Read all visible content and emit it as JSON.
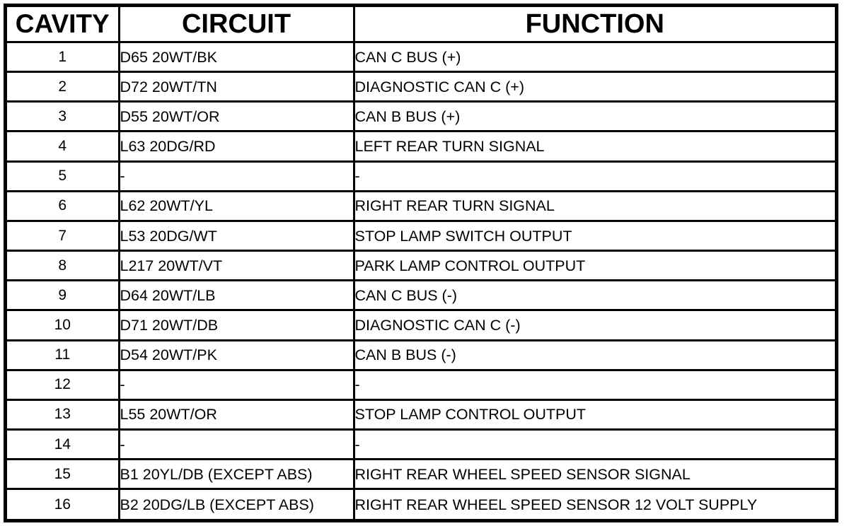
{
  "table": {
    "columns": [
      {
        "key": "cavity",
        "label": "CAVITY"
      },
      {
        "key": "circuit",
        "label": "CIRCUIT"
      },
      {
        "key": "function",
        "label": "FUNCTION"
      }
    ],
    "rows": [
      {
        "cavity": "1",
        "circuit": "D65 20WT/BK",
        "function": "CAN C BUS (+)"
      },
      {
        "cavity": "2",
        "circuit": "D72 20WT/TN",
        "function": "DIAGNOSTIC CAN C (+)"
      },
      {
        "cavity": "3",
        "circuit": "D55 20WT/OR",
        "function": "CAN B BUS (+)"
      },
      {
        "cavity": "4",
        "circuit": "L63 20DG/RD",
        "function": "LEFT REAR TURN SIGNAL"
      },
      {
        "cavity": "5",
        "circuit": "-",
        "function": "-"
      },
      {
        "cavity": "6",
        "circuit": "L62 20WT/YL",
        "function": "RIGHT REAR TURN SIGNAL"
      },
      {
        "cavity": "7",
        "circuit": "L53 20DG/WT",
        "function": "STOP LAMP SWITCH OUTPUT"
      },
      {
        "cavity": "8",
        "circuit": "L217 20WT/VT",
        "function": "PARK LAMP CONTROL OUTPUT"
      },
      {
        "cavity": "9",
        "circuit": "D64 20WT/LB",
        "function": "CAN C BUS (-)"
      },
      {
        "cavity": "10",
        "circuit": "D71 20WT/DB",
        "function": "DIAGNOSTIC CAN C (-)"
      },
      {
        "cavity": "11",
        "circuit": "D54 20WT/PK",
        "function": "CAN B BUS (-)"
      },
      {
        "cavity": "12",
        "circuit": "-",
        "function": "-"
      },
      {
        "cavity": "13",
        "circuit": "L55 20WT/OR",
        "function": "STOP LAMP CONTROL OUTPUT"
      },
      {
        "cavity": "14",
        "circuit": "-",
        "function": "-"
      },
      {
        "cavity": "15",
        "circuit": "B1 20YL/DB (EXCEPT ABS)",
        "function": "RIGHT REAR WHEEL SPEED SENSOR SIGNAL"
      },
      {
        "cavity": "16",
        "circuit": "B2 20DG/LB (EXCEPT ABS)",
        "function": "RIGHT REAR WHEEL SPEED SENSOR 12 VOLT SUPPLY"
      }
    ]
  },
  "colors": {
    "border": "#000000",
    "text": "#000000",
    "background": "#ffffff"
  }
}
